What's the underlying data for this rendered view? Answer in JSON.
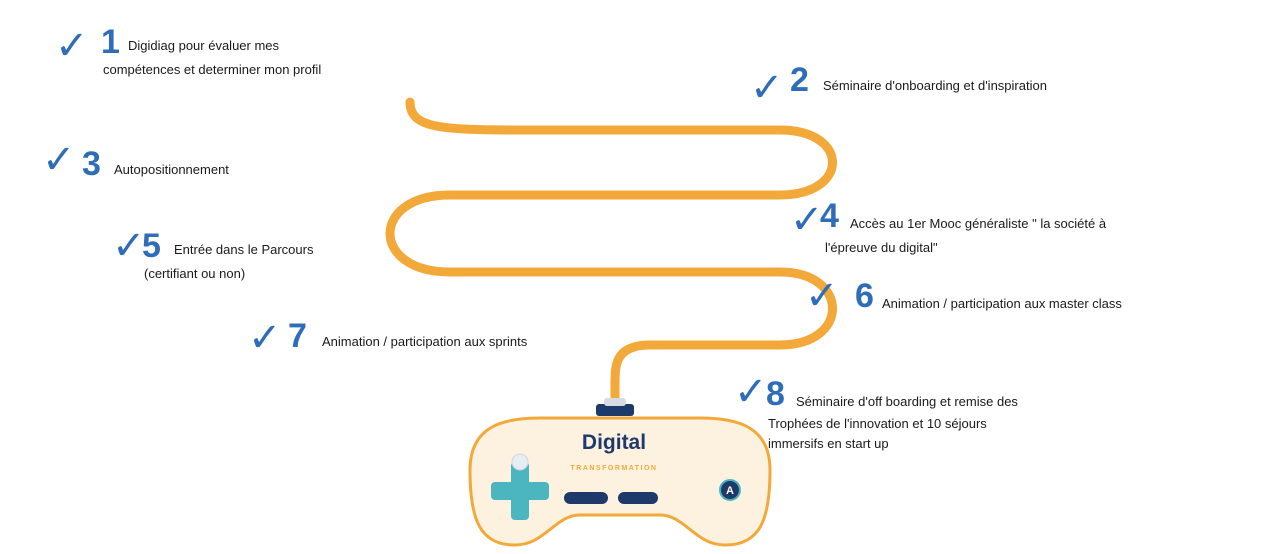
{
  "steps": [
    {
      "number": "1",
      "lines": [
        "Digidiag pour évaluer mes",
        "compétences et determiner mon profil"
      ]
    },
    {
      "number": "2",
      "lines": [
        "Séminaire d'onboarding et d'inspiration"
      ]
    },
    {
      "number": "3",
      "lines": [
        "Autopositionnement"
      ]
    },
    {
      "number": "4",
      "lines": [
        "Accès au 1er Mooc généraliste \" la société à",
        "l'épreuve du digital\""
      ]
    },
    {
      "number": "5",
      "lines": [
        "Entrée dans le Parcours",
        "(certifiant ou non)"
      ]
    },
    {
      "number": "6",
      "lines": [
        "Animation / participation aux master class"
      ]
    },
    {
      "number": "7",
      "lines": [
        "Animation / participation aux sprints"
      ]
    },
    {
      "number": "8",
      "lines": [
        "Séminaire d'off boarding et remise des",
        "Trophées de l'innovation et 10 séjours",
        "immersifs en start up"
      ]
    }
  ],
  "check_glyph": "✓",
  "controller": {
    "title": "Digital",
    "subtitle": "TRANSFORMATION",
    "button_glyph": "A"
  },
  "colors": {
    "path": "#f3a93a",
    "accent": "#2f6db8",
    "controller_body": "#fdf1df",
    "controller_dark": "#1e3a6b",
    "dpad": "#4bb6bf"
  }
}
